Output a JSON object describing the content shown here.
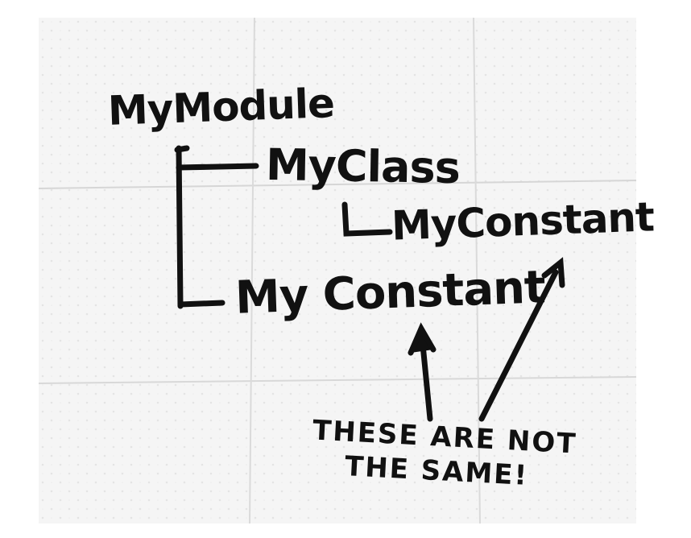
{
  "diagram": {
    "root_label": "MyModule",
    "child_class_label": "MyClass",
    "nested_constant_label": "MyConstant",
    "module_constant_label": "My Constant",
    "note_line_1": "THESE ARE NOT",
    "note_line_2": "THE SAME!"
  },
  "colors": {
    "ink": "#111111",
    "napkin": "#f5f5f5",
    "background": "#ffffff"
  }
}
